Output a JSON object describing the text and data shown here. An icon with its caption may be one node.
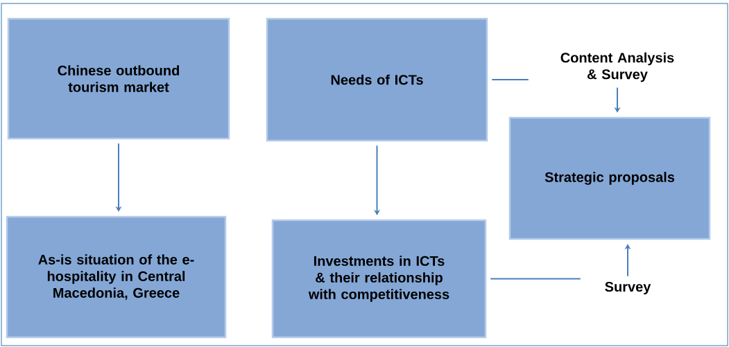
{
  "diagram": {
    "nodes": [
      {
        "text": [
          "Chinese outbound tourism market"
        ]
      },
      {
        "text": [
          "As-is situation of the e-hospitality in Central Macedonia, Greece"
        ]
      },
      {
        "text": [
          "Needs of ICTs"
        ]
      },
      {
        "text": [
          "Investments in ICTs & their relationship with competitiveness"
        ]
      },
      {
        "text": [
          "Strategic proposals"
        ]
      },
      {
        "text": [
          "Content Analysis & Survey"
        ]
      },
      {
        "text": [
          "Survey"
        ]
      }
    ],
    "edges": [
      {
        "from": 0,
        "to": 1,
        "arrow": "to"
      },
      {
        "from": 2,
        "to": 3,
        "arrow": "to"
      },
      {
        "from": 2,
        "to": 5,
        "arrow": "none"
      },
      {
        "from": 5,
        "to": 4,
        "arrow": "to"
      },
      {
        "from": 3,
        "to": 6,
        "arrow": "none"
      },
      {
        "from": 6,
        "to": 4,
        "arrow": "to"
      }
    ]
  }
}
